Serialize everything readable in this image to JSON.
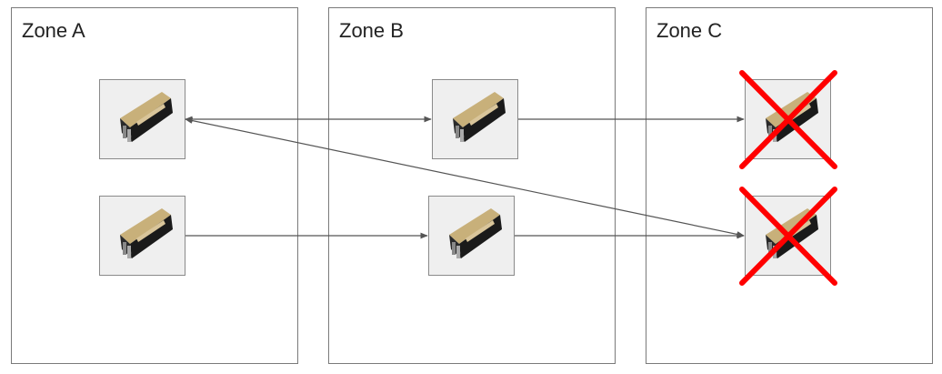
{
  "zones": [
    {
      "id": "a",
      "label": "Zone A"
    },
    {
      "id": "b",
      "label": "Zone B"
    },
    {
      "id": "c",
      "label": "Zone C"
    }
  ],
  "nodes": [
    {
      "id": "a1",
      "zone": "Zone A",
      "icon": "gpu-card-icon",
      "failed": false
    },
    {
      "id": "a2",
      "zone": "Zone A",
      "icon": "gpu-card-icon",
      "failed": false
    },
    {
      "id": "b1",
      "zone": "Zone B",
      "icon": "gpu-card-icon",
      "failed": false
    },
    {
      "id": "b2",
      "zone": "Zone B",
      "icon": "gpu-card-icon",
      "failed": false
    },
    {
      "id": "c1",
      "zone": "Zone C",
      "icon": "gpu-card-icon",
      "failed": true
    },
    {
      "id": "c2",
      "zone": "Zone C",
      "icon": "gpu-card-icon",
      "failed": true
    }
  ],
  "connections": [
    {
      "from": "a1",
      "to": "b1",
      "arrow": "both"
    },
    {
      "from": "b1",
      "to": "c1",
      "arrow": "end"
    },
    {
      "from": "a2",
      "to": "b2",
      "arrow": "end"
    },
    {
      "from": "b2",
      "to": "c2",
      "arrow": "end"
    },
    {
      "from": "a1",
      "to": "c2",
      "arrow": "both"
    }
  ],
  "colors": {
    "failure_mark": "#ff0000",
    "connector": "#555555",
    "node_fill": "#efefef",
    "zone_border": "#7a7a7a"
  }
}
